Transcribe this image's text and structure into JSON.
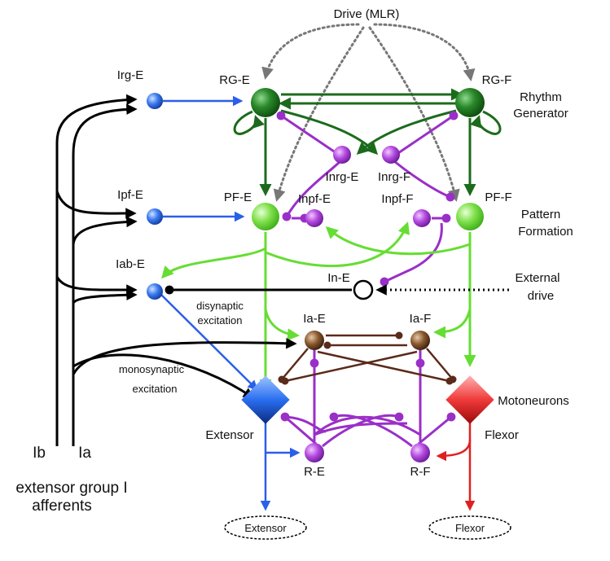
{
  "labels": {
    "drive_mlr": "Drive (MLR)",
    "irg_e": "Irg-E",
    "rg_e": "RG-E",
    "rg_f": "RG-F",
    "rhythm_generator_line1": "Rhythm",
    "rhythm_generator_line2": "Generator",
    "inrg_e": "Inrg-E",
    "inrg_f": "Inrg-F",
    "ipf_e": "Ipf-E",
    "pf_e": "PF-E",
    "inpf_e": "Inpf-E",
    "inpf_f": "Inpf-F",
    "pf_f": "PF-F",
    "pattern_formation_line1": "Pattern",
    "pattern_formation_line2": "Formation",
    "iab_e": "Iab-E",
    "in_e": "In-E",
    "external_drive_line1": "External",
    "external_drive_line2": "drive",
    "disynaptic_line1": "disynaptic",
    "disynaptic_line2": "excitation",
    "ia_e": "Ia-E",
    "ia_f": "Ia-F",
    "monosynaptic_line1": "monosynaptic",
    "monosynaptic_line2": "excitation",
    "motoneurons": "Motoneurons",
    "extensor": "Extensor",
    "flexor": "Flexor",
    "r_e": "R-E",
    "r_f": "R-F",
    "ib": "Ib",
    "ia": "Ia",
    "afferents_line1": "extensor group I",
    "afferents_line2": "afferents",
    "extensor_output": "Extensor",
    "flexor_output": "Flexor"
  },
  "colors": {
    "rg_dark_green": "#1c6b1c",
    "pf_light_green": "#66dd33",
    "interneuron_purple": "#9a2fc8",
    "afferent_blue": "#2a5fe8",
    "ia_brown": "#5a2a1a",
    "flexor_red": "#e02020",
    "mlr_gray": "#777777",
    "black": "#000000"
  }
}
